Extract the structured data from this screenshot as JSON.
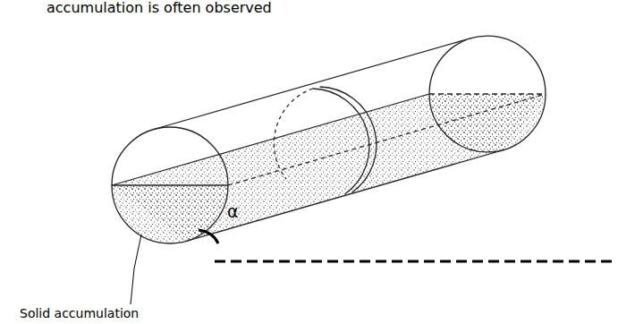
{
  "diagram": {
    "labels": [
      "accumulation is often observed",
      "α",
      "Solid accumulation"
    ]
  }
}
